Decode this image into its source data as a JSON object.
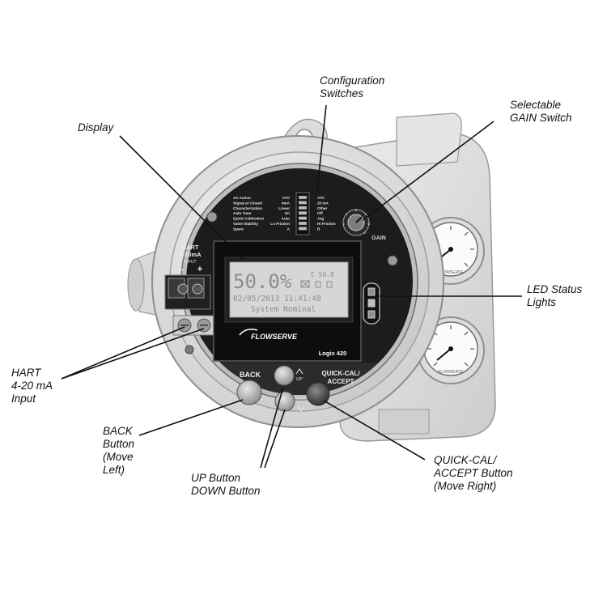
{
  "callouts": {
    "configuration_switches": [
      "Configuration",
      "Switches"
    ],
    "selectable_gain": [
      "Selectable",
      "GAIN Switch"
    ],
    "display": [
      "Display"
    ],
    "led_status": [
      "LED Status",
      "Lights"
    ],
    "hart_input": [
      "HART",
      "4-20 mA",
      "Input"
    ],
    "back_button": [
      "BACK",
      "Button",
      "(Move",
      "Left)"
    ],
    "up_down": [
      "UP Button",
      "DOWN Button"
    ],
    "quick_cal": [
      "QUICK-CAL/",
      "ACCEPT Button",
      "(Move Right)"
    ]
  },
  "device": {
    "brand": "FLOWSERVE",
    "model": "Logix 420",
    "hart_label": [
      "HART",
      "4-20mA",
      "INPUT"
    ],
    "polarity_minus": "—",
    "polarity_plus": "+",
    "gain_label": "GAIN",
    "gauge_brand": "FLOWSERVE",
    "buttons": {
      "back": "BACK",
      "up": "UP",
      "down": "Down",
      "quick_cal": [
        "QUICK-CAL/",
        "ACCEPT"
      ]
    },
    "config_table": {
      "rows": [
        {
          "name": "Air Action",
          "a": "ATO",
          "b": "ATC"
        },
        {
          "name": "Signal at Closed",
          "a": "4mA",
          "b": "20 mA"
        },
        {
          "name": "Characterization",
          "a": "Linear",
          "b": "Other"
        },
        {
          "name": "Auto Tune",
          "a": "On",
          "b": "Off"
        },
        {
          "name": "Quick Calibration",
          "a": "Auto",
          "b": "Jog"
        },
        {
          "name": "Valve Stability",
          "a": "Lo Friction",
          "b": "Hi Friction"
        },
        {
          "name": "Spare",
          "a": "A",
          "b": "B"
        }
      ]
    },
    "lcd": {
      "value": "50.0%",
      "secondary": "C 50.0",
      "datetime": "02/05/2013 11:41:48",
      "status": "System Nominal"
    },
    "colors": {
      "housing": "#e3e3e3",
      "faceplate": "#1c1c1c",
      "lcd_background": "#d6d6d6",
      "lcd_text": "#8d8d8d"
    }
  }
}
